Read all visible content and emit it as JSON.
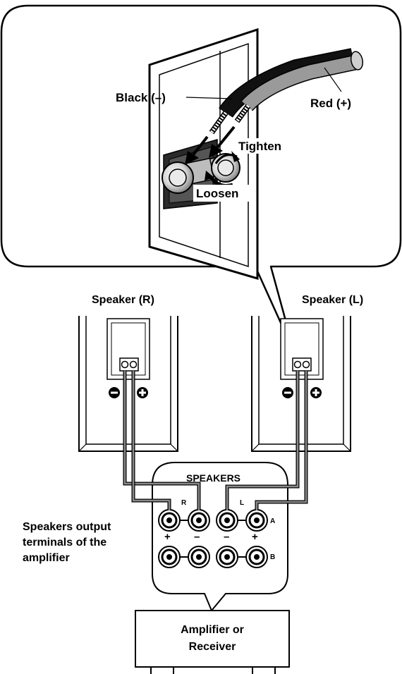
{
  "labels": {
    "black_wire": "Black (–)",
    "red_wire": "Red (+)",
    "tighten": "Tighten",
    "loosen": "Loosen",
    "speaker_right": "Speaker (R)",
    "speaker_left": "Speaker (L)",
    "speakers_panel": "SPEAKERS",
    "channel_r": "R",
    "channel_l": "L",
    "row_a": "A",
    "row_b": "B",
    "plus": "+",
    "minus": "–",
    "output_line1": "Speakers output",
    "output_line2": "terminals of the",
    "output_line3": "amplifier",
    "amp_line1": "Amplifier or",
    "amp_line2": "Receiver"
  },
  "colors": {
    "black_wire": "#111111",
    "red_wire": "#9a9a9a",
    "wire_gray": "#8a8a8a",
    "outline": "#000000"
  }
}
